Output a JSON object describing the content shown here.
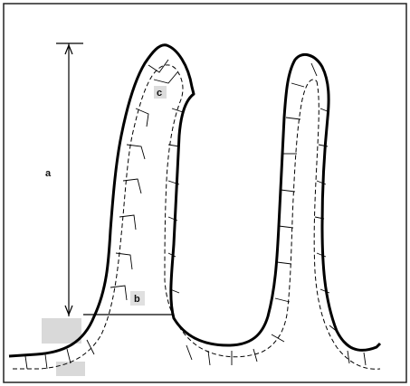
{
  "labels": {
    "a": "a",
    "b": "b",
    "c": "c"
  },
  "colors": {
    "line": "#000000",
    "frame": "#222222",
    "highlight": "#d9d9d9",
    "background": "#ffffff"
  }
}
